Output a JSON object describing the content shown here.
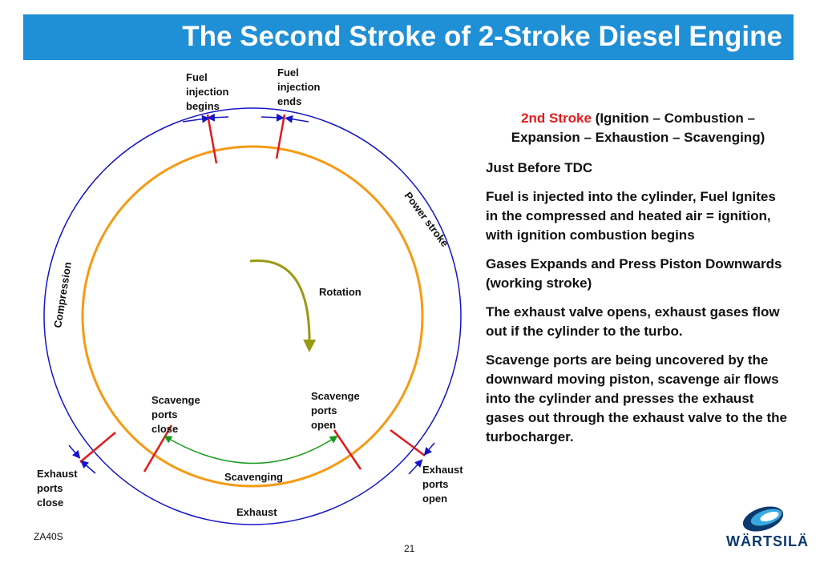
{
  "title": "The Second Stroke of 2-Stroke Diesel Engine",
  "diagram": {
    "labels": {
      "fuel_begins": [
        "Fuel",
        "injection",
        "begins"
      ],
      "fuel_ends": [
        "Fuel",
        "injection",
        "ends"
      ],
      "power_stroke": "Power stroke",
      "compression": "Compression",
      "rotation": "Rotation",
      "scav_close": [
        "Scavenge",
        "ports",
        "close"
      ],
      "scav_open": [
        "Scavenge",
        "ports",
        "open"
      ],
      "scavenging": "Scavenging",
      "exh_close": [
        "Exhaust",
        "ports",
        "close"
      ],
      "exh_open": [
        "Exhaust",
        "ports",
        "open"
      ],
      "exhaust": "Exhaust"
    },
    "colors": {
      "outer_circle": "#1515c8",
      "inner_circle": "#f59a14",
      "markers": "#e01b1b",
      "rotation_arrow": "#9a9a12",
      "scavenging_arrow": "#1a9a1a"
    }
  },
  "panel": {
    "heading_red": "2nd Stroke",
    "heading_rest": " (Ignition – Combustion – Expansion – Exhaustion – Scavenging)",
    "p1": "Just Before TDC",
    "p2": "Fuel is injected into the cylinder, Fuel Ignites in the compressed and heated air = ignition, with ignition combustion begins",
    "p3": "Gases Expands and Press Piston Downwards (working stroke)",
    "p4": "The exhaust valve opens, exhaust gases flow out if the cylinder to the turbo.",
    "p5": "Scavenge ports are being uncovered by the downward moving piston, scavenge air flows into the cylinder and presses the exhaust gases out through the exhaust valve to the the turbocharger."
  },
  "footer": {
    "code": "ZA40S",
    "page": "21",
    "logo_text": "WÄRTSILÄ"
  }
}
